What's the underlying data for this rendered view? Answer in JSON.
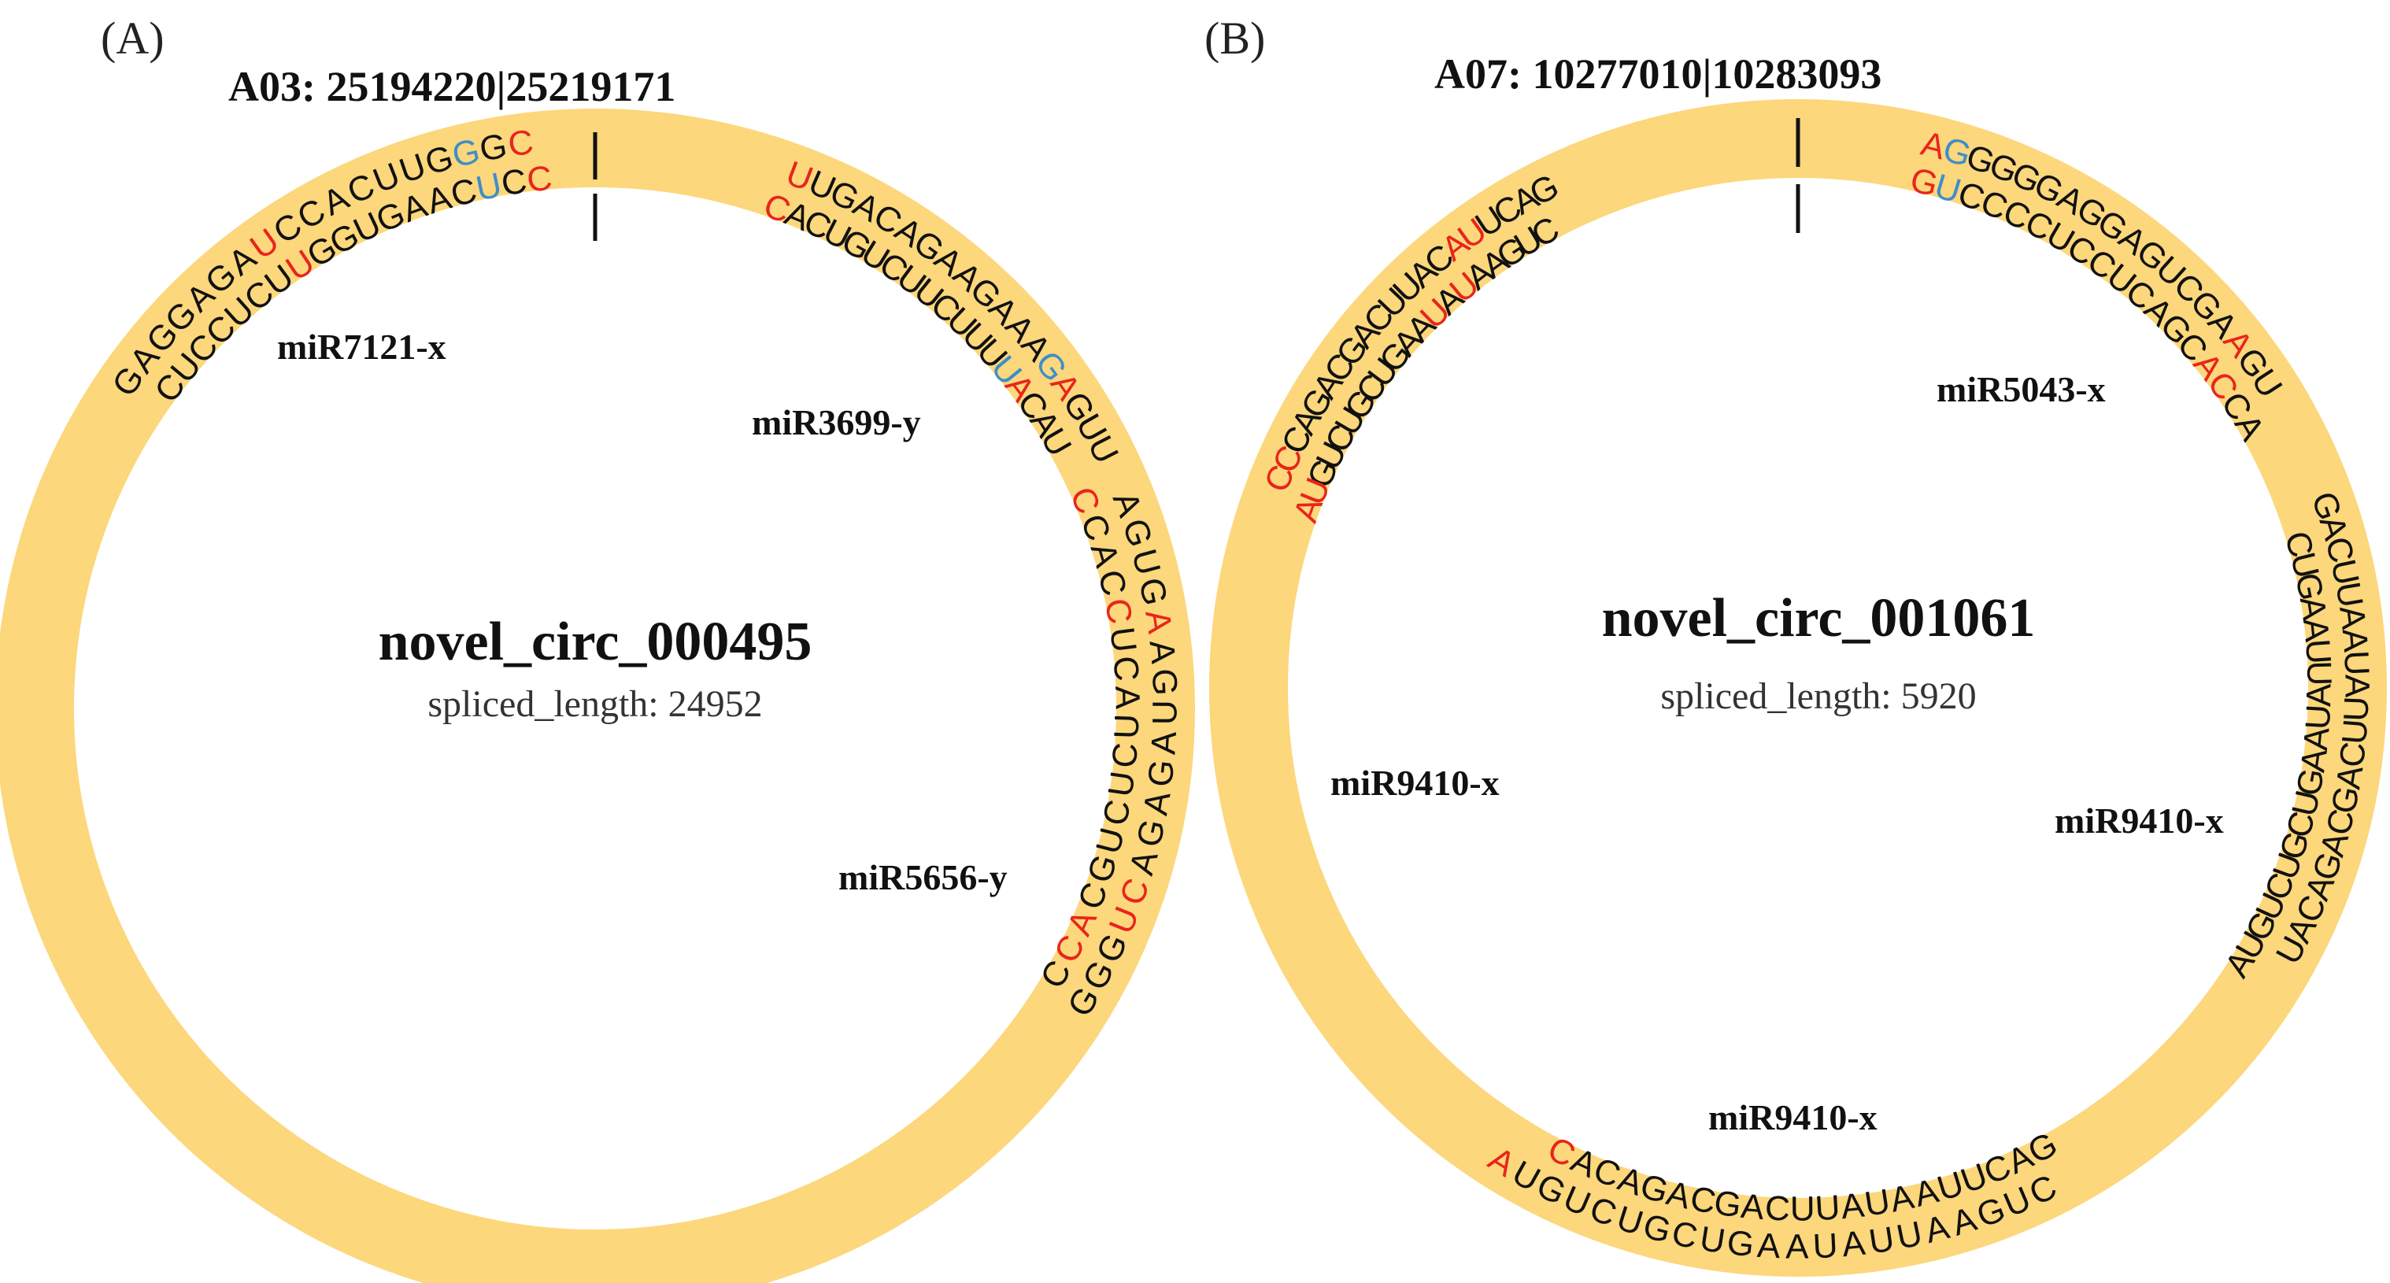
{
  "panels": [
    {
      "label": "(A)",
      "locus": "A03:  25194220|25219171",
      "circ_name": "novel_circ_000495",
      "spliced_length": "spliced_length: 24952",
      "seqs": [
        {
          "id": "a1",
          "r": "outer",
          "text": "GAGGAGAUCCACUUGGGC",
          "colors": {
            "7": "#e8251c",
            "15": "#3e8ec8",
            "17": "#e8251c"
          }
        },
        {
          "id": "a2",
          "r": "inner",
          "text": "CUCCUCUUGGUGAACUCC",
          "colors": {
            "7": "#e8251c",
            "15": "#3e8ec8",
            "17": "#e8251c"
          }
        },
        {
          "id": "a3",
          "r": "inner",
          "text": "CACUGUCUUCUUUUACAU",
          "colors": {
            "0": "#e8251c",
            "13": "#3e8ec8",
            "14": "#e8251c"
          }
        },
        {
          "id": "a4",
          "r": "outer",
          "text": "UUGACAGAAGAAAGAGUU",
          "colors": {
            "0": "#e8251c",
            "13": "#3e8ec8",
            "14": "#e8251c"
          }
        },
        {
          "id": "a5",
          "r": "inner",
          "text": "CCACCUCAUCUCUGCACC",
          "colors": {
            "0": "#e8251c",
            "4": "#e8251c",
            "15": "#e8251c",
            "16": "#e8251c"
          }
        },
        {
          "id": "a6",
          "r": "outer",
          "text": "AGUGAAGUAGAGACUGGG",
          "colors": {
            "4": "#e8251c",
            "13": "#e8251c",
            "14": "#e8251c"
          }
        }
      ],
      "mirnas": [
        {
          "id": "m1",
          "text": "miR7121-x"
        },
        {
          "id": "m2",
          "text": "miR3699-y"
        },
        {
          "id": "m3",
          "text": "miR5656-y"
        }
      ]
    },
    {
      "label": "(B)",
      "locus": "A07:  10277010|10283093",
      "circ_name": "novel_circ_001061",
      "spliced_length": "spliced_length: 5920",
      "seqs": [
        {
          "id": "b1",
          "r": "outer",
          "text": "AGGGGGAGGAGUCGAAGU",
          "colors": {
            "0": "#e8251c",
            "1": "#3e8ec8",
            "15": "#e8251c"
          }
        },
        {
          "id": "b2",
          "r": "inner",
          "text": "GUCCCCUCCUCAGCACCA",
          "colors": {
            "0": "#e8251c",
            "1": "#3e8ec8",
            "14": "#e8251c",
            "15": "#e8251c"
          }
        },
        {
          "id": "b3",
          "r": "outer",
          "text": "GACUUAAUAUUCAGCAGACAU",
          "colors": {}
        },
        {
          "id": "b4",
          "r": "inner",
          "text": "CUGAAUUAUAAGUCGUCUGUA",
          "colors": {}
        },
        {
          "id": "b5",
          "r": "outer",
          "text": "CUGAAUUAUAAGUCGUCUGUA",
          "colors": {
            "20": "#e8251c"
          }
        },
        {
          "id": "b6",
          "r": "inner",
          "text": "GACUUAAUAUUCAGCAGACAC",
          "colors": {
            "20": "#e8251c"
          }
        },
        {
          "id": "b7",
          "r": "outer",
          "text": "GACUUACAUUCAGCAGACCC",
          "colors": {
            "4": "#e8251c",
            "5": "#e8251c",
            "18": "#e8251c",
            "19": "#e8251c"
          }
        },
        {
          "id": "b8",
          "r": "inner",
          "text": "CUGAAUAUAAGUCGUCUGUA",
          "colors": {
            "5": "#e8251c",
            "7": "#e8251c",
            "18": "#e8251c",
            "19": "#e8251c"
          }
        }
      ],
      "mirnas": [
        {
          "id": "n1",
          "text": "miR5043-x"
        },
        {
          "id": "n2",
          "text": "miR9410-x"
        },
        {
          "id": "n3",
          "text": "miR9410-x"
        },
        {
          "id": "n4",
          "text": "miR9410-x"
        }
      ]
    }
  ],
  "colors": {
    "ring": "#fcd77b",
    "text": "#111111",
    "highlight_red": "#e8251c",
    "highlight_blue": "#3e8ec8"
  }
}
